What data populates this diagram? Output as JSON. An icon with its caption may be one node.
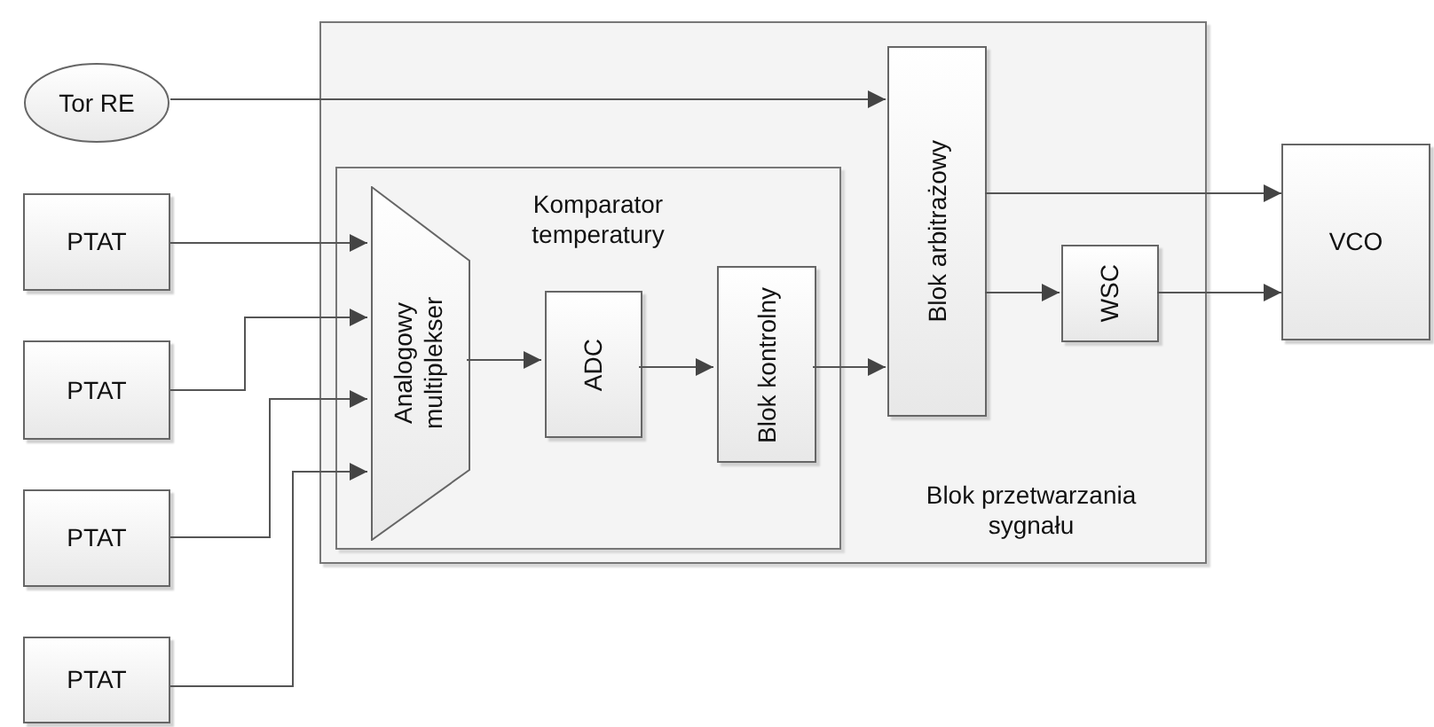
{
  "diagram": {
    "nodes": [
      {
        "text": [
          "Blok przetwarzania sygnału"
        ]
      },
      {
        "text": [
          "Tor RE"
        ]
      },
      {
        "text": [
          "Komparator temperatury"
        ],
        "in": 0
      },
      {
        "text": [
          "Analogowy multiplekser"
        ],
        "in": 2
      },
      {
        "text": [
          "ADC"
        ],
        "in": 2
      },
      {
        "text": [
          "Blok kontrolny"
        ],
        "in": 2
      },
      {
        "text": [
          "Blok arbitrażowy"
        ],
        "in": 0
      },
      {
        "text": [
          "WSC"
        ],
        "in": 0
      },
      {
        "text": [
          "VCO"
        ]
      },
      {
        "text": [
          "PTAT"
        ]
      },
      {
        "text": [
          "PTAT"
        ]
      },
      {
        "text": [
          "PTAT"
        ]
      },
      {
        "text": [
          "PTAT"
        ]
      }
    ],
    "edges": [
      {
        "from": 1,
        "to": 6,
        "arrow": "to"
      },
      {
        "from": 9,
        "to": 3,
        "arrow": "to"
      },
      {
        "from": 10,
        "to": 3,
        "arrow": "to"
      },
      {
        "from": 11,
        "to": 3,
        "arrow": "to"
      },
      {
        "from": 12,
        "to": 3,
        "arrow": "to"
      },
      {
        "from": 3,
        "to": 4,
        "arrow": "to"
      },
      {
        "from": 4,
        "to": 5,
        "arrow": "to"
      },
      {
        "from": 5,
        "to": 6,
        "arrow": "to"
      },
      {
        "from": 6,
        "to": 8,
        "arrow": "to"
      },
      {
        "from": 6,
        "to": 7,
        "arrow": "to"
      },
      {
        "from": 7,
        "to": 8,
        "arrow": "to"
      }
    ]
  }
}
